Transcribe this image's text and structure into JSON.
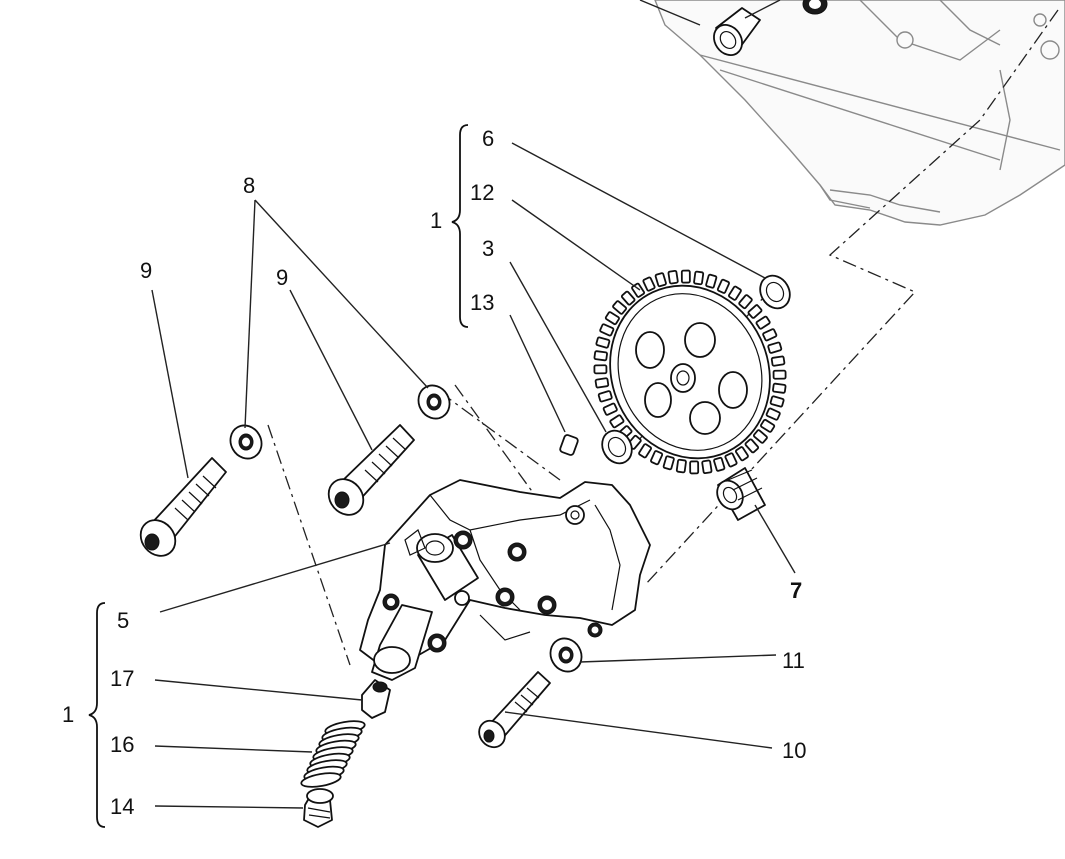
{
  "labels": {
    "group_top": "1",
    "group_bottom": "1",
    "p6": "6",
    "p12": "12",
    "p3": "3",
    "p13": "13",
    "p8": "8",
    "p9_left": "9",
    "p9_right": "9",
    "p5": "5",
    "p17": "17",
    "p16": "16",
    "p14": "14",
    "p7": "7",
    "p11": "11",
    "p10": "10"
  },
  "icons": {
    "gear": "gear-icon",
    "bolt": "bolt-icon",
    "washer": "washer-icon",
    "pump": "oil-pump-icon",
    "spring": "spring-icon",
    "plug": "plug-icon",
    "bushing": "bushing-icon",
    "crankcase": "crankcase-icon"
  }
}
